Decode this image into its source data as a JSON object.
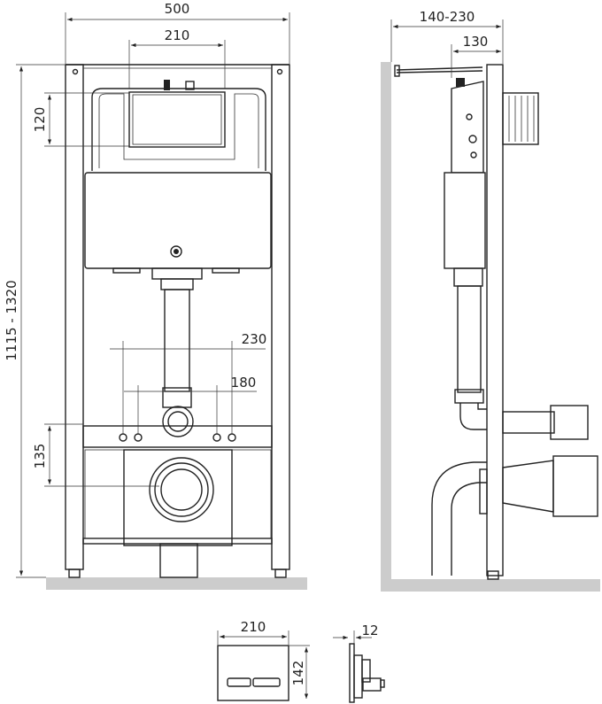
{
  "front_view": {
    "width_label": "500",
    "button_width_label": "210",
    "button_height_label": "120",
    "height_range_label": "1115 - 1320",
    "bolt_spacing_outer_label": "230",
    "bolt_spacing_inner_label": "180",
    "drain_height_label": "135"
  },
  "side_view": {
    "depth_range_label": "140-230",
    "depth_label": "130"
  },
  "flush_plate": {
    "width_label": "210",
    "height_label": "142",
    "thickness_label": "12"
  },
  "colors": {
    "line": "#222222",
    "floor": "#cccccc"
  }
}
